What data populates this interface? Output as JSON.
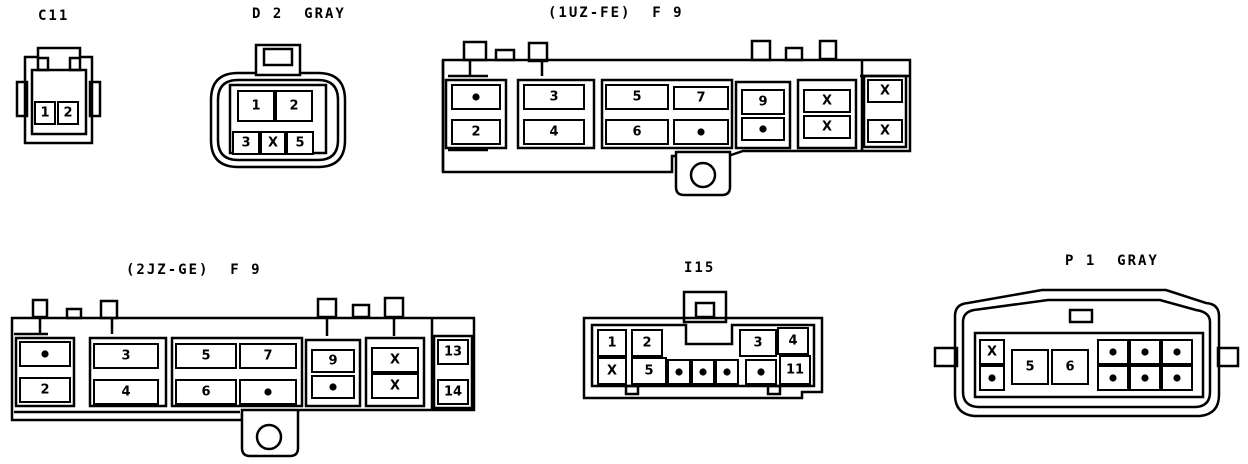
{
  "connectors": [
    {
      "id": "C11",
      "title": "C11",
      "pins": [
        "1",
        "2"
      ]
    },
    {
      "id": "D2",
      "title": "D 2  GRAY",
      "pins": [
        "1",
        "2",
        "3",
        "X",
        "5"
      ]
    },
    {
      "id": "F9-1UZ",
      "title": "(1UZ-FE)  F 9",
      "pins": [
        "●",
        "2",
        "3",
        "4",
        "5",
        "6",
        "7",
        "●",
        "9",
        "●",
        "X",
        "X",
        "X",
        "X"
      ]
    },
    {
      "id": "F9-2JZ",
      "title": "(2JZ-GE)  F 9",
      "pins": [
        "●",
        "2",
        "3",
        "4",
        "5",
        "6",
        "7",
        "●",
        "9",
        "●",
        "X",
        "X",
        "13",
        "14"
      ]
    },
    {
      "id": "I15",
      "title": "I15",
      "pins": [
        "1",
        "2",
        "3",
        "4",
        "X",
        "5",
        "●",
        "●",
        "●",
        "●",
        "11"
      ]
    },
    {
      "id": "P1",
      "title": "P 1  GRAY",
      "pins": [
        "X",
        "●",
        "5",
        "6",
        "●",
        "●",
        "●",
        "●",
        "●",
        "●"
      ]
    }
  ]
}
